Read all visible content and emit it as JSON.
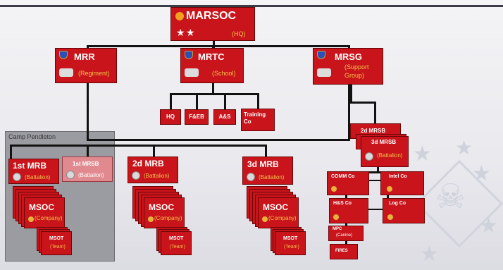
{
  "hq": {
    "title": "MARSOC",
    "sub": "(HQ)"
  },
  "mrr": {
    "title": "MRR",
    "sub": "(Regiment)"
  },
  "mrtc": {
    "title": "MRTC",
    "sub": "(School)"
  },
  "mrsg": {
    "title": "MRSG",
    "sub": "(Support Group)"
  },
  "school_units": [
    "HQ",
    "F&EB",
    "A&S",
    "Training Co"
  ],
  "camp_label": "Camp Pendleton",
  "battalions": [
    {
      "title": "1st MRB",
      "sub": "(Battalion)"
    },
    {
      "title": "1st MRSB",
      "sub": "(Battalion)"
    },
    {
      "title": "2d MRB",
      "sub": "(Battalion)"
    },
    {
      "title": "3d MRB",
      "sub": "(Battalion)"
    }
  ],
  "support_battalions": [
    {
      "title": "2d MRSB"
    },
    {
      "title": "3d MRSB",
      "sub": "(Battalion)"
    }
  ],
  "msoc": {
    "title": "MSOC",
    "sub": "(Company)"
  },
  "msot": {
    "title": "MSOT",
    "sub": "(Team)"
  },
  "companies": [
    "COMM Co",
    "Intel Co",
    "H&S Co",
    "Log Co"
  ],
  "mpc": {
    "title": "MPC",
    "sub": "(Canine)"
  },
  "fires": "FIRES",
  "colors": {
    "unit": "#c8141a",
    "unit_pale": "#e08a8f",
    "accent": "#f6c24a",
    "line": "#121212",
    "gray_region": "#9b9ba2"
  },
  "icons": [
    "spade-emblem-icon",
    "star-icon",
    "shield-icon",
    "eagle-insignia-icon",
    "seal-icon",
    "skull-icon"
  ]
}
